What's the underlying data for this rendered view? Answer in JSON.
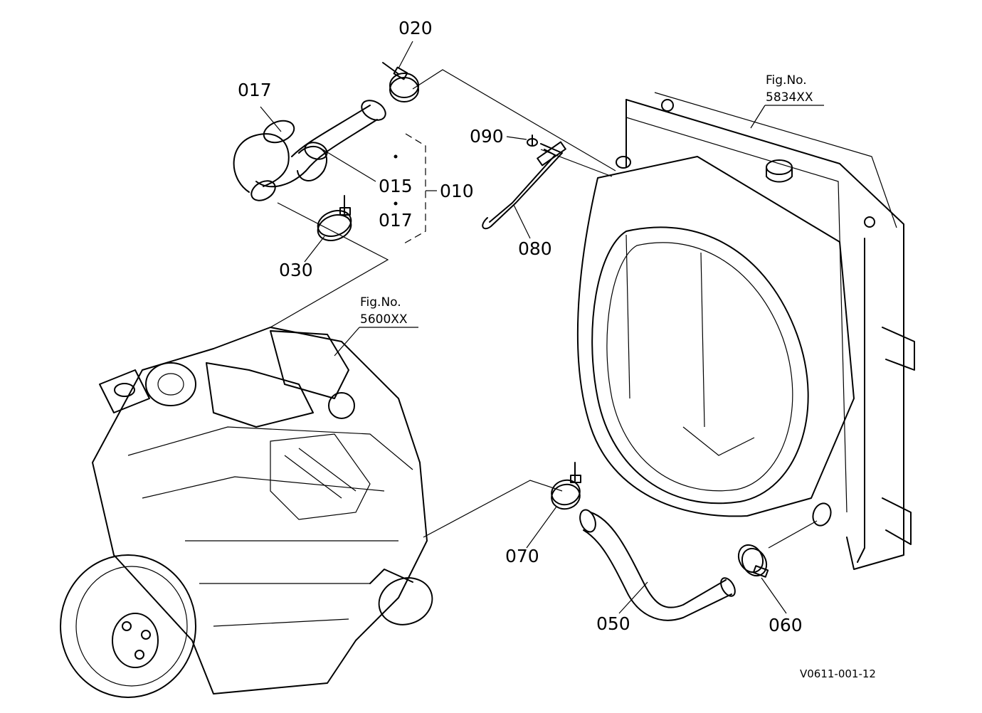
{
  "parts": {
    "p020": "020",
    "p017a": "017",
    "p015": "015",
    "p010": "010",
    "p017b": "017",
    "p030": "030",
    "p090": "090",
    "p080": "080",
    "p070": "070",
    "p050": "050",
    "p060": "060"
  },
  "figure_refs": {
    "radiator": {
      "label": "Fig.No.",
      "number": "5834XX"
    },
    "engine": {
      "label": "Fig.No.",
      "number": "5600XX"
    }
  },
  "drawing_code": "V0611-001-12"
}
